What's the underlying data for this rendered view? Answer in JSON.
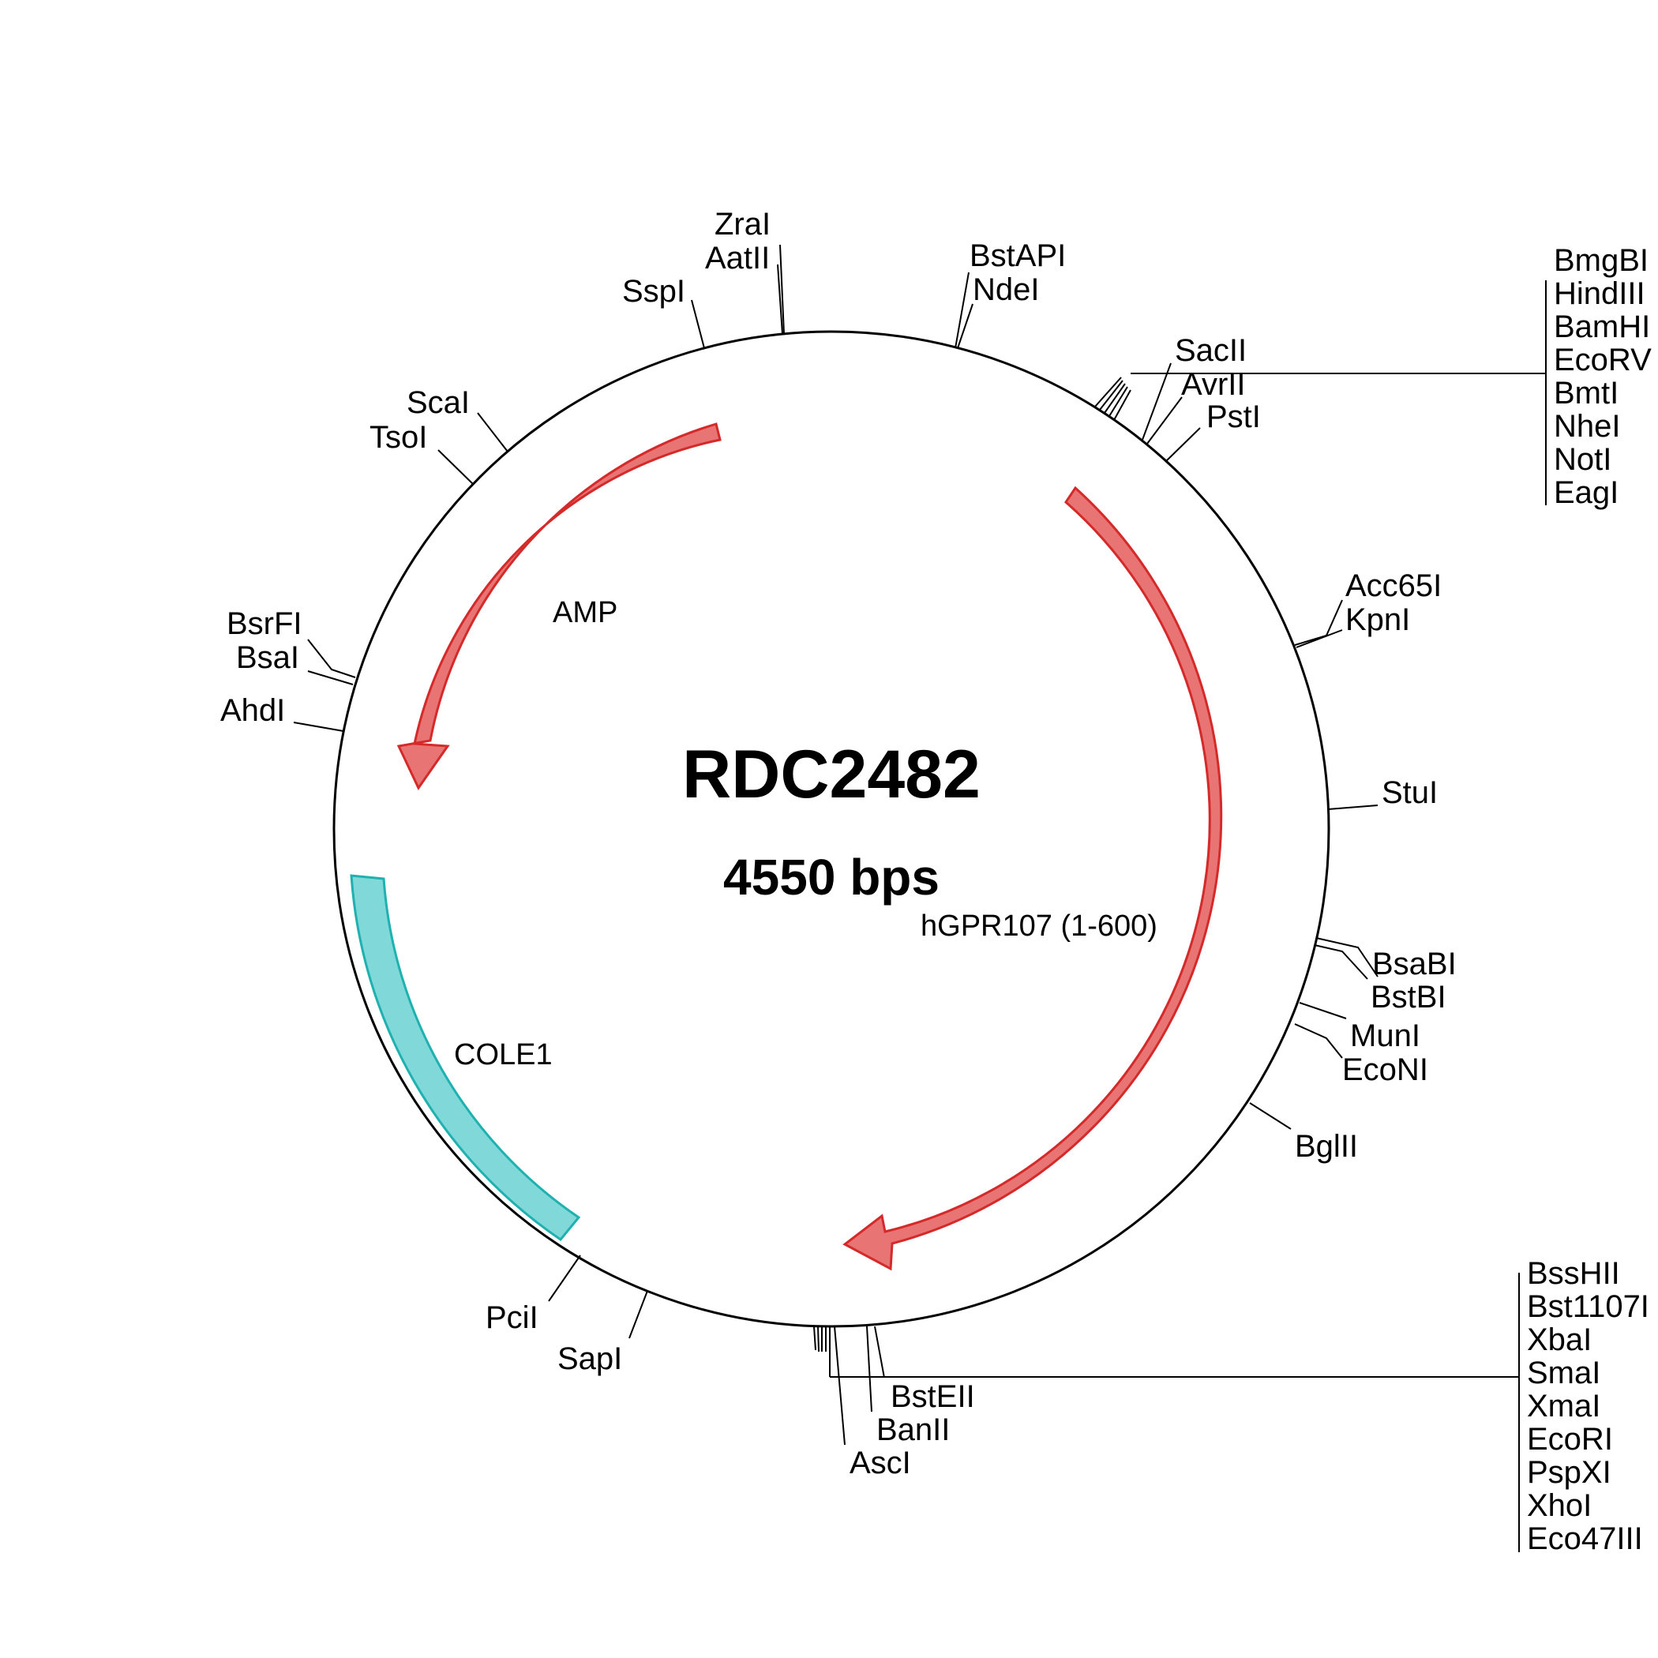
{
  "plasmid": {
    "name": "RDC2482",
    "size_label": "4550 bps"
  },
  "features": [
    {
      "id": "amp",
      "label": "AMP",
      "color": "#e87474",
      "stroke": "#d42a2a",
      "type": "arrow"
    },
    {
      "id": "hgpr",
      "label": "hGPR107 (1-600)",
      "color": "#e87474",
      "stroke": "#d42a2a",
      "type": "arrow"
    },
    {
      "id": "cole1",
      "label": "COLE1",
      "color": "#80d8d8",
      "stroke": "#1fb0b0",
      "type": "box"
    }
  ],
  "sites": {
    "zrai": "ZraI",
    "aatii": "AatII",
    "sspi": "SspI",
    "scai": "ScaI",
    "tsoi": "TsoI",
    "bsrfi": "BsrFI",
    "bsai": "BsaI",
    "ahdi": "AhdI",
    "bstapi": "BstAPI",
    "ndei": "NdeI",
    "sacii": "SacII",
    "avrii": "AvrII",
    "psti": "PstI",
    "acc65i": "Acc65I",
    "kpni": "KpnI",
    "stui": "StuI",
    "bsabi": "BsaBI",
    "bstbi": "BstBI",
    "muni": "MunI",
    "econi": "EcoNI",
    "bglii": "BglII",
    "bsteii": "BstEII",
    "banii": "BanII",
    "asci": "AscI",
    "pcii": "PciI",
    "sapi": "SapI"
  },
  "site_group_top": [
    "BmgBI",
    "HindIII",
    "BamHI",
    "EcoRV",
    "BmtI",
    "NheI",
    "NotI",
    "EagI"
  ],
  "site_group_bottom": [
    "BssHII",
    "Bst1107I",
    "XbaI",
    "SmaI",
    "XmaI",
    "EcoRI",
    "PspXI",
    "XhoI",
    "Eco47III"
  ]
}
